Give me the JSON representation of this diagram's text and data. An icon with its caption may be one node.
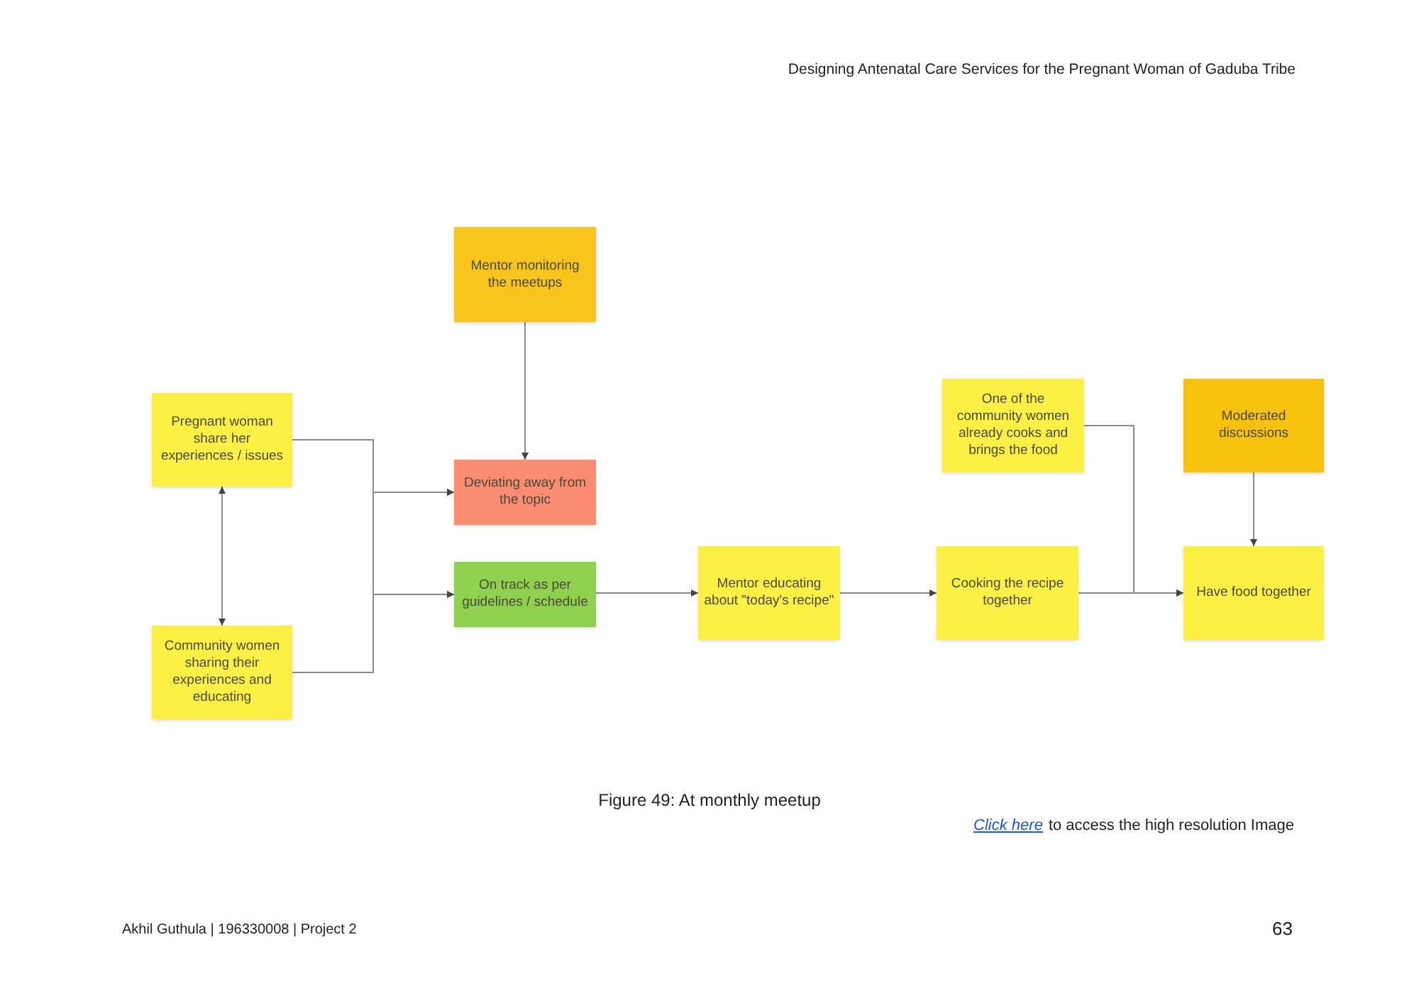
{
  "diagram": {
    "caption": "Figure 49: At monthly meetup",
    "nodes": [
      {
        "text": [
          "Mentor monitoring the meetups"
        ]
      },
      {
        "text": [
          "Pregnant woman share her experiences / issues"
        ]
      },
      {
        "text": [
          "Deviating away from the topic"
        ]
      },
      {
        "text": [
          "On track as per guidelines / schedule"
        ]
      },
      {
        "text": [
          "Mentor educating about \"today's recipe\""
        ]
      },
      {
        "text": [
          "One of the community women already cooks and brings the food"
        ]
      },
      {
        "text": [
          "Cooking the recipe together"
        ]
      },
      {
        "text": [
          "Moderated discussions"
        ]
      },
      {
        "text": [
          "Community women sharing their experiences and educating"
        ]
      },
      {
        "text": [
          "Have food together"
        ]
      }
    ],
    "edges": [
      {
        "from": 0,
        "to": 2,
        "arrow": "to"
      },
      {
        "from": 1,
        "to": 8,
        "arrow": "both"
      },
      {
        "from": 1,
        "to": 2,
        "arrow": "to"
      },
      {
        "from": 1,
        "to": 3,
        "arrow": "to"
      },
      {
        "from": 8,
        "to": 2,
        "arrow": "to"
      },
      {
        "from": 8,
        "to": 3,
        "arrow": "to"
      },
      {
        "from": 3,
        "to": 4,
        "arrow": "to"
      },
      {
        "from": 4,
        "to": 6,
        "arrow": "to"
      },
      {
        "from": 6,
        "to": 9,
        "arrow": "to"
      },
      {
        "from": 5,
        "to": 9,
        "arrow": "to"
      },
      {
        "from": 7,
        "to": 9,
        "arrow": "to"
      }
    ],
    "labels": [
      "Designing Antenatal Care Services for the Pregnant Woman of Gaduba Tribe",
      "Click here",
      "to access the high resolution Image",
      "Akhil Guthula | 196330008 | Project 2",
      "63"
    ]
  }
}
